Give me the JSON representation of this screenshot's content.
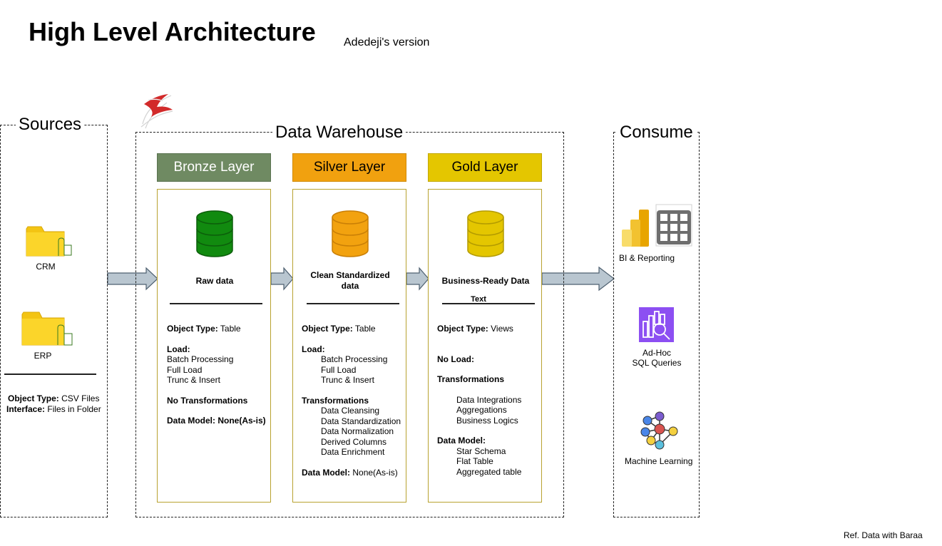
{
  "header": {
    "title": "High Level Architecture",
    "subtitle": "Adedeji's version"
  },
  "sources": {
    "label": "Sources",
    "items": [
      {
        "label": "CRM",
        "icon": "folder-icon"
      },
      {
        "label": "ERP",
        "icon": "folder-icon"
      }
    ],
    "object_type_key": "Object Type:",
    "object_type_value": " CSV Files",
    "interface_key": "Interface:",
    "interface_value": " Files in Folder"
  },
  "warehouse": {
    "label": "Data Warehouse",
    "logo": "sql-server-icon",
    "bronze": {
      "title": "Bronze Layer",
      "color": "#6f8a62",
      "caption": "Raw data",
      "object_type_key": "Object Type:",
      "object_type_value": " Table",
      "load_key": "Load:",
      "load_items": [
        "Batch Processing",
        "Full Load",
        "Trunc & Insert"
      ],
      "transformations": "No Transformations",
      "data_model": "Data Model: None(As-is)"
    },
    "silver": {
      "title": "Silver Layer",
      "color": "#f1a10f",
      "caption": "Clean Standardized data",
      "object_type_key": "Object Type:",
      "object_type_value": " Table",
      "load_key": "Load:",
      "load_items": [
        "Batch Processing",
        "Full Load",
        "Trunc & Insert"
      ],
      "transformations_key": "Transformations",
      "transformation_items": [
        "Data Cleansing",
        "Data Standardization",
        "Data Normalization",
        "Derived Columns",
        "Data Enrichment"
      ],
      "data_model_key": "Data Model:",
      "data_model_value": " None(As-is)"
    },
    "gold": {
      "title": "Gold Layer",
      "color": "#e4c600",
      "caption": "Business-Ready Data",
      "caption2": "Text",
      "object_type_key": "Object Type:",
      "object_type_value": " Views",
      "load": "No Load:",
      "transformations_key": "Transformations",
      "transformation_items": [
        "Data Integrations",
        "Aggregations",
        "Business Logics"
      ],
      "data_model_key": "Data Model:",
      "data_model_items": [
        "Star Schema",
        "Flat Table",
        "Aggregated table"
      ]
    }
  },
  "consume": {
    "label": "Consume",
    "bi": "BI & Reporting",
    "adhoc_line1": "Ad-Hoc",
    "adhoc_line2": "SQL Queries",
    "ml": "Machine Learning"
  },
  "footer": {
    "ref": "Ref.  Data with Baraa"
  },
  "colors": {
    "bronze_db": "#118a0f",
    "silver_db": "#f2a20f",
    "gold_db": "#e4c600",
    "arrow_fill": "#b9c6d0",
    "arrow_stroke": "#4e6070",
    "adhoc": "#8c4ff2"
  }
}
